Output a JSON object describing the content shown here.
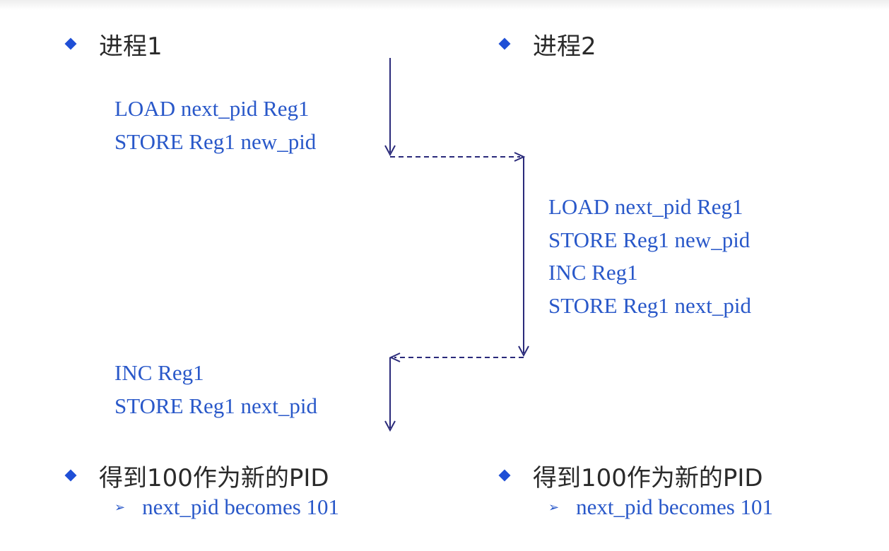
{
  "process1": {
    "heading": "进程1",
    "code_before": [
      "LOAD next_pid Reg1",
      "STORE Reg1 new_pid"
    ],
    "code_after": [
      "INC Reg1",
      "STORE Reg1 next_pid"
    ],
    "result": "得到100作为新的PID",
    "result_sub": "next_pid becomes 101"
  },
  "process2": {
    "heading": "进程2",
    "code": [
      "LOAD next_pid Reg1",
      "STORE Reg1 new_pid",
      "INC Reg1",
      "STORE Reg1 next_pid"
    ],
    "result": "得到100作为新的PID",
    "result_sub": "next_pid becomes 101"
  },
  "icons": {
    "bullet": "diamond-bullet-icon",
    "sub_bullet": "arrowhead-bullet-icon"
  },
  "colors": {
    "code_text": "#2958c9",
    "bullet": "#1f4fd6",
    "arrow": "#2a2a7a",
    "heading_text": "#2a2a2a"
  }
}
